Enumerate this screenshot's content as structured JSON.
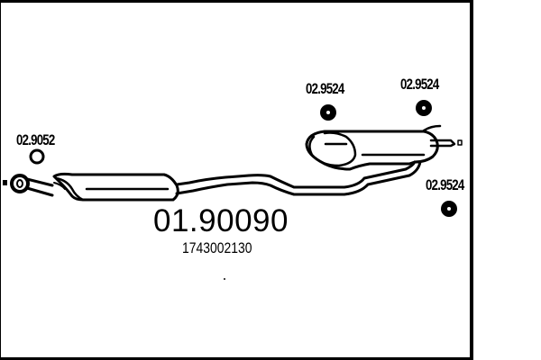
{
  "diagram": {
    "type": "exhaust-system-part-diagram",
    "main_part_number": "01.90090",
    "oe_number": "1743002130",
    "components": [
      {
        "id": "front-connector-pipe",
        "description": "front pipe with flange connector"
      },
      {
        "id": "middle-silencer",
        "description": "center silencer/muffler"
      },
      {
        "id": "connecting-pipe",
        "description": "wavy intermediate pipe"
      },
      {
        "id": "rear-silencer",
        "description": "rear silencer/muffler with tailpipe"
      }
    ],
    "accessories": [
      {
        "id": "ring-gasket",
        "label": "02.9052",
        "shape": "ring"
      },
      {
        "id": "rubber-mount-1",
        "label": "02.9524",
        "shape": "filled-disc"
      },
      {
        "id": "rubber-mount-2",
        "label": "02.9524",
        "shape": "filled-disc"
      },
      {
        "id": "rubber-mount-3",
        "label": "02.9524",
        "shape": "filled-disc"
      }
    ],
    "colors": {
      "line": "#000000",
      "background": "#ffffff"
    }
  }
}
